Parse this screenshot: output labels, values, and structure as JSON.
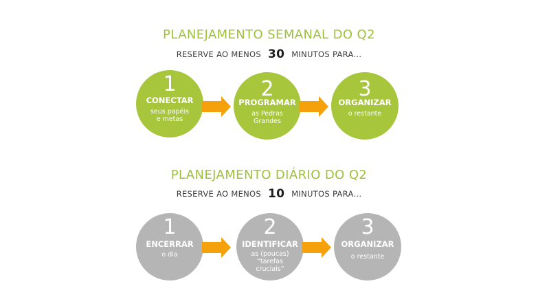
{
  "colors": {
    "green": "#a7c63c",
    "gray": "#b5b5b5",
    "arrow": "#f4a10c",
    "heading": "#9dc13a"
  },
  "weekly": {
    "title": "PLANEJAMENTO SEMANAL DO Q2",
    "subtitle_before": "RESERVE AO MENOS",
    "minutes": "30",
    "subtitle_after": "MINUTOS PARA...",
    "steps": [
      {
        "number": "1",
        "title": "CONECTAR",
        "desc": "seus papéis\ne metas"
      },
      {
        "number": "2",
        "title": "PROGRAMAR",
        "desc": "as Pedras\nGrandes"
      },
      {
        "number": "3",
        "title": "ORGANIZAR",
        "desc": "o restante"
      }
    ]
  },
  "daily": {
    "title": "PLANEJAMENTO DIÁRIO DO Q2",
    "subtitle_before": "RESERVE AO MENOS",
    "minutes": "10",
    "subtitle_after": "MINUTOS PARA...",
    "steps": [
      {
        "number": "1",
        "title": "ENCERRAR",
        "desc": "o dia"
      },
      {
        "number": "2",
        "title": "IDENTIFICAR",
        "desc": "as (poucas)\n“tarefas\ncruciais”"
      },
      {
        "number": "3",
        "title": "ORGANIZAR",
        "desc": "o restante"
      }
    ]
  }
}
